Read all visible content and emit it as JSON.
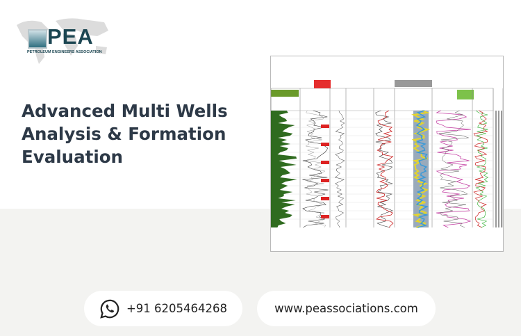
{
  "brand": {
    "logo_text": "PEA",
    "logo_subtitle": "PETROLEUM ENGINEERS ASSOCIATION"
  },
  "headline": {
    "line1": "Advanced Multi Wells",
    "line2": "Analysis & Formation",
    "line3": "Evaluation"
  },
  "contact": {
    "phone": "+91 6205464268",
    "phone_icon": "whatsapp-icon",
    "website": "www.peassociations.com"
  },
  "colors": {
    "title": "#2d3947",
    "brand": "#1c4652",
    "band": "#f3f3f1"
  }
}
